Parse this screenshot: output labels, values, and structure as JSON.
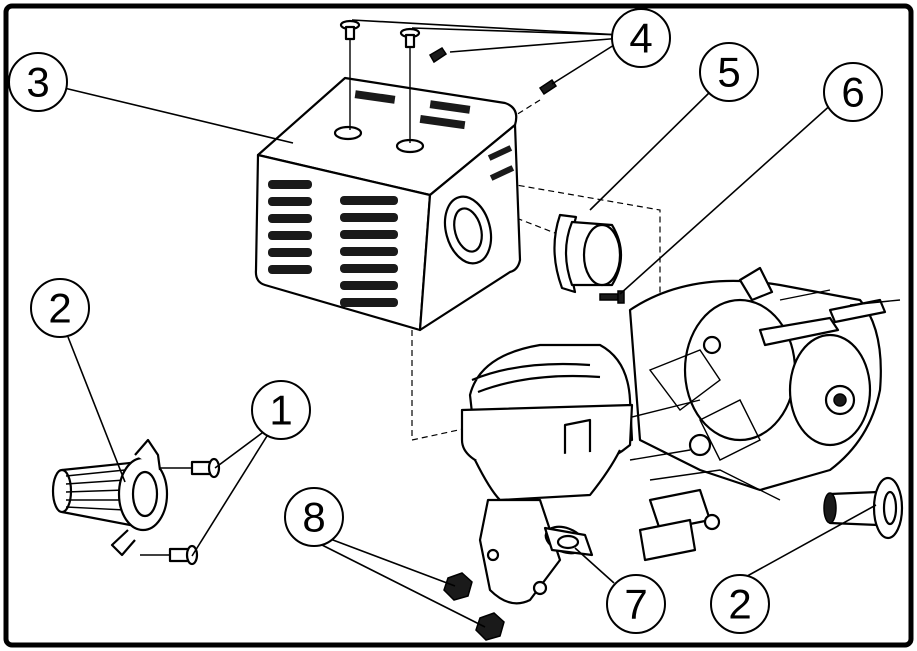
{
  "callouts": [
    {
      "id": "c1",
      "label": "1"
    },
    {
      "id": "c2a",
      "label": "2"
    },
    {
      "id": "c2b",
      "label": "2"
    },
    {
      "id": "c3",
      "label": "3"
    },
    {
      "id": "c4",
      "label": "4"
    },
    {
      "id": "c5",
      "label": "5"
    },
    {
      "id": "c6",
      "label": "6"
    },
    {
      "id": "c7",
      "label": "7"
    },
    {
      "id": "c8",
      "label": "8"
    }
  ]
}
